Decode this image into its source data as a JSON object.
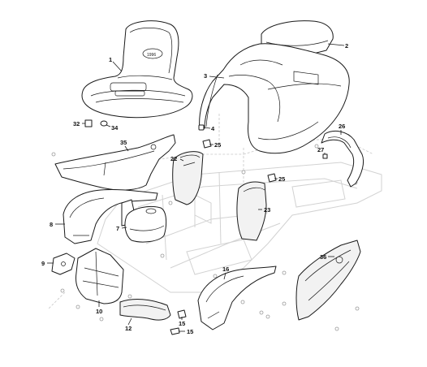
{
  "diagram": {
    "callouts": [
      {
        "id": "1",
        "part": "seat"
      },
      {
        "id": "2",
        "part": "hood-top-cap"
      },
      {
        "id": "3",
        "part": "hood-body"
      },
      {
        "id": "4",
        "part": "hood-pin"
      },
      {
        "id": "7",
        "part": "fuel-tank"
      },
      {
        "id": "8",
        "part": "left-rear-fender"
      },
      {
        "id": "9",
        "part": "lever-bracket"
      },
      {
        "id": "10",
        "part": "footrest-panel"
      },
      {
        "id": "12",
        "part": "front-lower-panel"
      },
      {
        "id": "15",
        "part": "clip-upper"
      },
      {
        "id": "15",
        "part": "clip-lower"
      },
      {
        "id": "16",
        "part": "right-rear-fender"
      },
      {
        "id": "22",
        "part": "left-dash-panel"
      },
      {
        "id": "23",
        "part": "right-dash-panel"
      },
      {
        "id": "25",
        "part": "knob-upper"
      },
      {
        "id": "25",
        "part": "knob-lower"
      },
      {
        "id": "26",
        "part": "front-bumper"
      },
      {
        "id": "27",
        "part": "bumper-bolt"
      },
      {
        "id": "32",
        "part": "seat-adjuster-clip"
      },
      {
        "id": "34",
        "part": "seat-adjuster-nut"
      },
      {
        "id": "35",
        "part": "side-cover"
      },
      {
        "id": "36",
        "part": "right-side-panel"
      }
    ],
    "seat_logo": "1996"
  }
}
